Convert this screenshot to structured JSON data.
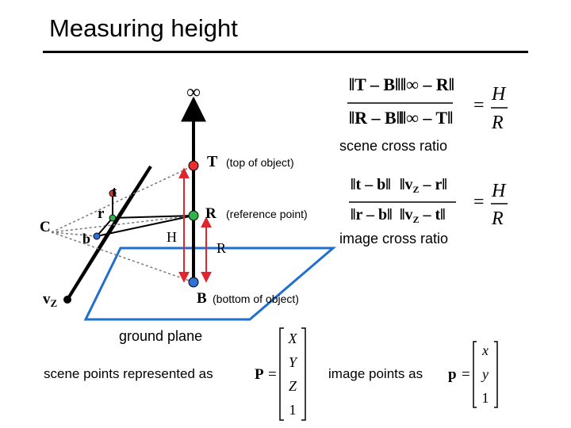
{
  "slide": {
    "title": "Measuring height"
  },
  "diagram": {
    "labels": {
      "infinity": "∞",
      "T": "T",
      "T_note": "(top of object)",
      "R": "R",
      "R_note": "(reference point)",
      "B": "B",
      "B_note": "(bottom of object)",
      "t": "t",
      "r": "r",
      "b": "b",
      "C": "C",
      "vz": "v",
      "vz_sub": "Z",
      "H": "H",
      "R_height": "R",
      "ground_plane": "ground plane"
    },
    "equations": {
      "scene_cross_ratio": "scene cross ratio",
      "image_cross_ratio": "image cross ratio",
      "scene_points": "scene points represented as",
      "image_points": "image points as",
      "H": "H",
      "R": "R",
      "P_label": "P",
      "p_label": "p",
      "equals": "=",
      "scene_vector": [
        "X",
        "Y",
        "Z",
        "1"
      ],
      "image_vector": [
        "x",
        "y",
        "1"
      ]
    },
    "colors": {
      "green_point": "#2db34a",
      "red_point": "#e8312f",
      "blue_point": "#2f6fd8",
      "ground_plane": "#1f6fd1",
      "height_arrows": "#e0252d",
      "black": "#000000",
      "gray": "#777777"
    }
  }
}
